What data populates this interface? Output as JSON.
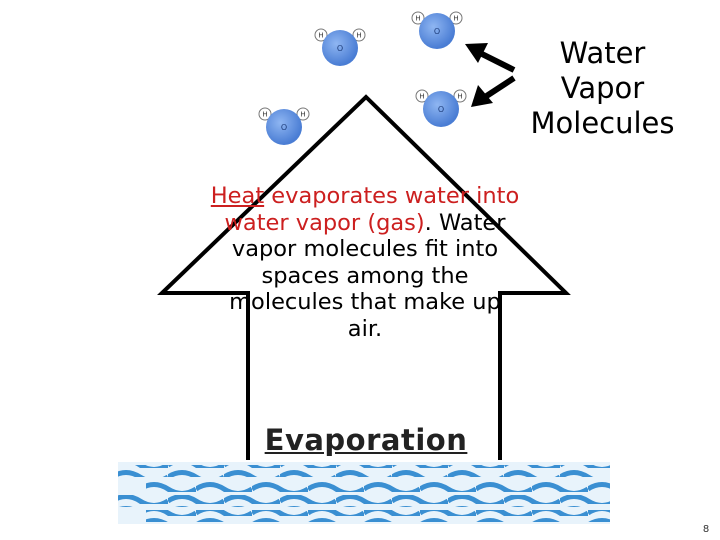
{
  "labels": {
    "vapor_line1": "Water",
    "vapor_line2": "Vapor",
    "vapor_line3": "Molecules"
  },
  "description": {
    "heat": "Heat",
    "part1": " evaporates water into water vapor ",
    "gas": "(gas)",
    "part2": ". Water vapor molecules fit into spaces among the molecules that make up air."
  },
  "title": "Evaporation",
  "molecule": {
    "hydrogen": "H",
    "oxygen": "O"
  },
  "page_number": "8",
  "colors": {
    "molecule_blue": "#5b8de0",
    "highlight_red": "#cc1f1f",
    "wave_blue": "#3a8fd2",
    "arrow_outline": "#000000"
  }
}
